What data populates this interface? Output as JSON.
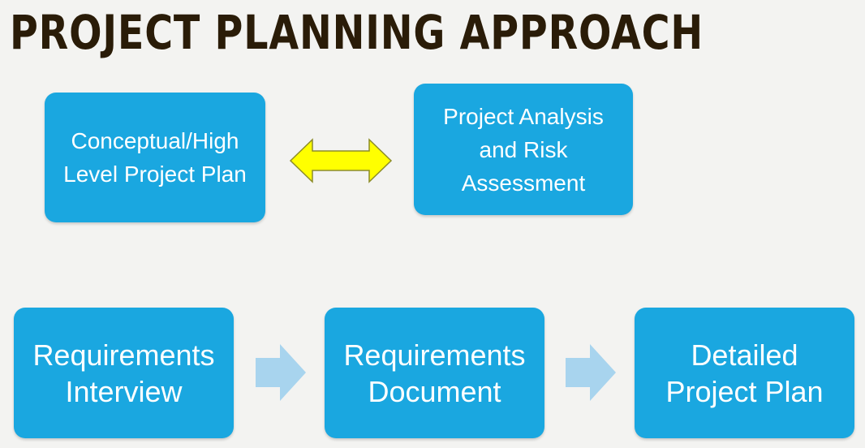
{
  "title": "PROJECT PLANNING APPROACH",
  "nodes": {
    "concept_plan": {
      "line1": "Conceptual/High",
      "line2": "Level Project Plan"
    },
    "analysis": {
      "line1": "Project Analysis",
      "line2": "and Risk",
      "line3": "Assessment"
    },
    "interview": {
      "line1": "Requirements",
      "line2": "Interview"
    },
    "document": {
      "line1": "Requirements",
      "line2": "Document"
    },
    "detailed_plan": {
      "line1": "Detailed",
      "line2": "Project Plan"
    }
  },
  "edges": [
    {
      "from": "concept_plan",
      "to": "analysis",
      "style": "double-headed"
    },
    {
      "from": "interview",
      "to": "document",
      "style": "chevron"
    },
    {
      "from": "document",
      "to": "detailed_plan",
      "style": "chevron"
    }
  ],
  "colors": {
    "background": "#f3f3f1",
    "title": "#2a1c08",
    "box": "#1aa7e0",
    "box_text": "#ffffff",
    "double_arrow_fill": "#ffff00",
    "double_arrow_stroke": "#8c8c2a",
    "chevron": "#a8d4ee"
  }
}
